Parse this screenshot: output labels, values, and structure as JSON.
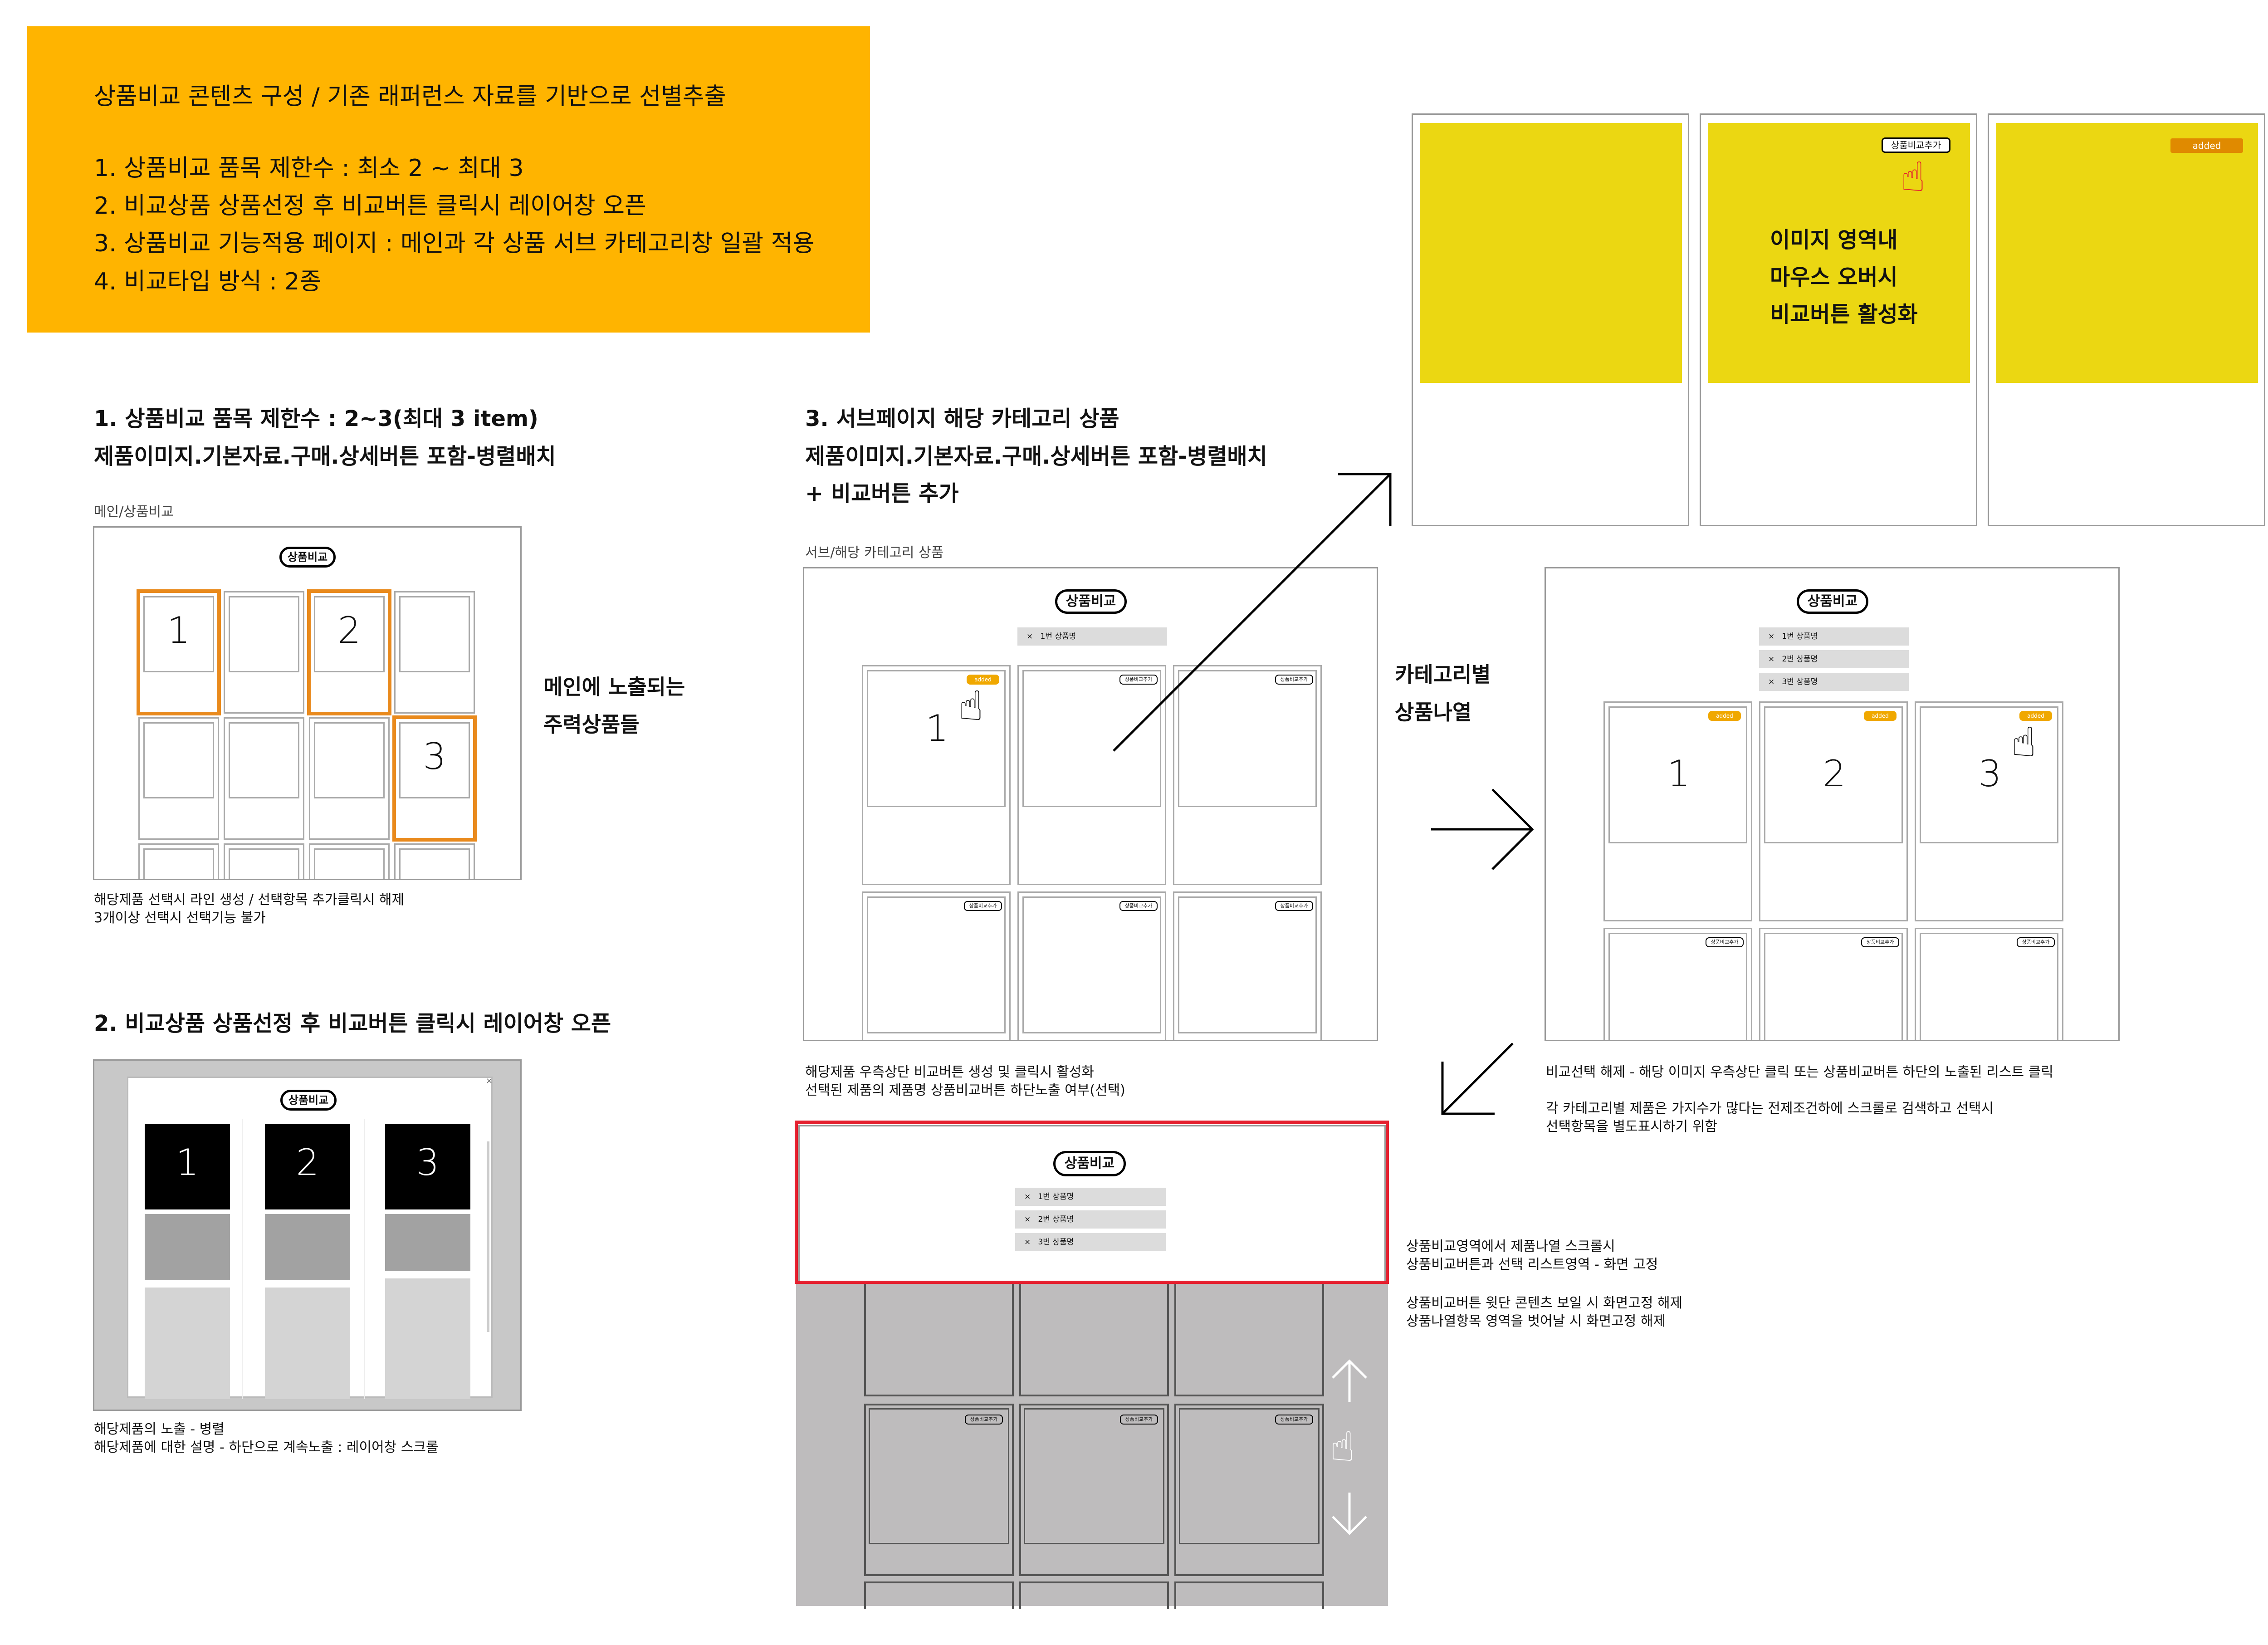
{
  "colors": {
    "header_bg": "#FFB400",
    "yellow": "#EBD712",
    "orange_line": "#E98A1D",
    "red_frame": "#E5202F",
    "added_tag": "#F0A800",
    "grey_bg": "#BEBCBD"
  },
  "header": {
    "title": "상품비교 콘텐츠 구성 / 기존 래퍼런스 자료를 기반으로 선별추출",
    "items": [
      "1. 상품비교 품목 제한수 : 최소 2 ~ 최대 3",
      "2. 비교상품 상품선정 후 비교버튼 클릭시 레이어창 오픈",
      "3. 상품비교 기능적용 페이지 : 메인과 각 상품 서브 카테고리창 일괄 적용",
      "4. 비교타입 방식 : 2종"
    ]
  },
  "section1": {
    "heading_line1": "1. 상품비교 품목 제한수 : 2~3(최대 3 item)",
    "heading_line2": "제품이미지.기본자료.구매.상세버튼 포함-병렬배치",
    "caption": "메인/상품비교",
    "compare_button": "상품비교",
    "numbers": [
      "1",
      "2",
      "3"
    ],
    "side_note_line1": "메인에 노출되는",
    "side_note_line2": "주력상품들",
    "note_line1": "해당제품 선택시 라인 생성 / 선택항목 추가클릭시 해제",
    "note_line2": "3개이상 선택시 선택기능 불가"
  },
  "section2": {
    "heading": "2. 비교상품 상품선정 후 비교버튼 클릭시 레이어창 오픈",
    "compare_button": "상품비교",
    "close_icon": "×",
    "numbers": [
      "1",
      "2",
      "3"
    ],
    "note_line1": "해당제품의 노출 - 병렬",
    "note_line2": "해당제품에 대한 설명 - 하단으로 계속노출 : 레이어창 스크롤"
  },
  "section3": {
    "heading_line1": "3. 서브페이지 해당 카테고리 상품",
    "heading_line2": "제품이미지.기본자료.구매.상세버튼 포함-병렬배치",
    "heading_line3": "+ 비교버튼 추가",
    "caption": "서브/해당 카테고리 상품",
    "compare_button": "상품비교",
    "list_row": "1번 상품명",
    "list_x": "×",
    "added": "added",
    "add_button": "상품비교추가",
    "number": "1",
    "note_line1": "해당제품 우측상단 비교버튼 생성 및 클릭시 활성화",
    "note_line2": "선택된 제품의 제품명 상품비교버튼 하단노출 여부(선택)"
  },
  "hover": {
    "add_button": "상품비교추가",
    "text_line1": "이미지 영역내",
    "text_line2": "마우스 오버시",
    "text_line3": "비교버튼 활성화",
    "added": "added"
  },
  "category": {
    "label_line1": "카테고리별",
    "label_line2": "상품나열",
    "compare_button": "상품비교",
    "list_rows": [
      "1번 상품명",
      "2번 상품명",
      "3번 상품명"
    ],
    "list_x": "×",
    "added": "added",
    "add_button": "상품비교추가",
    "numbers": [
      "1",
      "2",
      "3"
    ],
    "note_line1": "비교선택 해제 - 해당 이미지 우측상단 클릭 또는 상품비교버튼 하단의 노출된 리스트 클릭",
    "note_line2": "각 카테고리별 제품은 가지수가 많다는 전제조건하에 스크롤로 검색하고 선택시",
    "note_line3": "선택항목을 별도표시하기 위함"
  },
  "fixed": {
    "compare_button": "상품비교",
    "list_rows": [
      "1번 상품명",
      "2번 상품명",
      "3번 상품명"
    ],
    "list_x": "×",
    "add_button": "상품비교추가",
    "note_line1": "상품비교영역에서 제품나열 스크롤시",
    "note_line2": "상품비교버튼과 선택 리스트영역 - 화면 고정",
    "note_line3": "상품비교버튼 윗단 콘텐츠 보일 시 화면고정 해제",
    "note_line4": "상품나열항목 영역을 벗어날 시 화면고정 해제"
  }
}
